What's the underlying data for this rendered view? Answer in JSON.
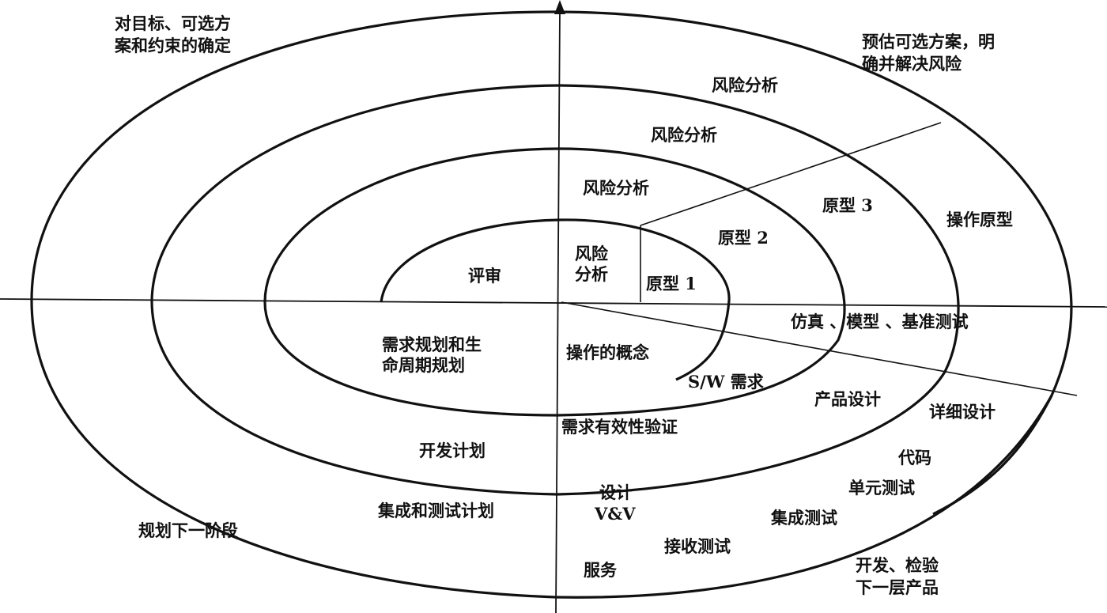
{
  "quadrants": {
    "top_left": [
      "对目标、可选方",
      "案和约束的确定"
    ],
    "top_right": [
      "预估可选方案，明",
      "确并解决风险"
    ],
    "bottom_left": "规划下一阶段",
    "bottom_right": [
      "开发、检验",
      "下一层产品"
    ]
  },
  "risk_analysis": {
    "outer": "风险分析",
    "second": "风险分析",
    "third": "风险分析",
    "inner": [
      "风险",
      "分析"
    ]
  },
  "prototypes": {
    "p1": "原型 1",
    "p2": "原型 2",
    "p3": "原型 3",
    "operational": "操作原型"
  },
  "inner_core": {
    "review": "评审"
  },
  "planning": {
    "requirements_lifecycle": [
      "需求规划和生",
      "命周期规划"
    ],
    "development_plan": "开发计划",
    "integration_test_plan": "集成和测试计划"
  },
  "development": {
    "concept": "操作的概念",
    "sw_requirements": "S/W 需求",
    "requirements_validation": "需求有效性验证",
    "simulation": "仿真 、模型 、基准测试",
    "product_design": "产品设计",
    "design_vv": [
      "设计",
      "V&V"
    ],
    "detailed_design": "详细设计",
    "code": "代码",
    "unit_test": "单元测试",
    "integration_test": "集成测试",
    "acceptance_test": "接收测试",
    "service": "服务"
  }
}
